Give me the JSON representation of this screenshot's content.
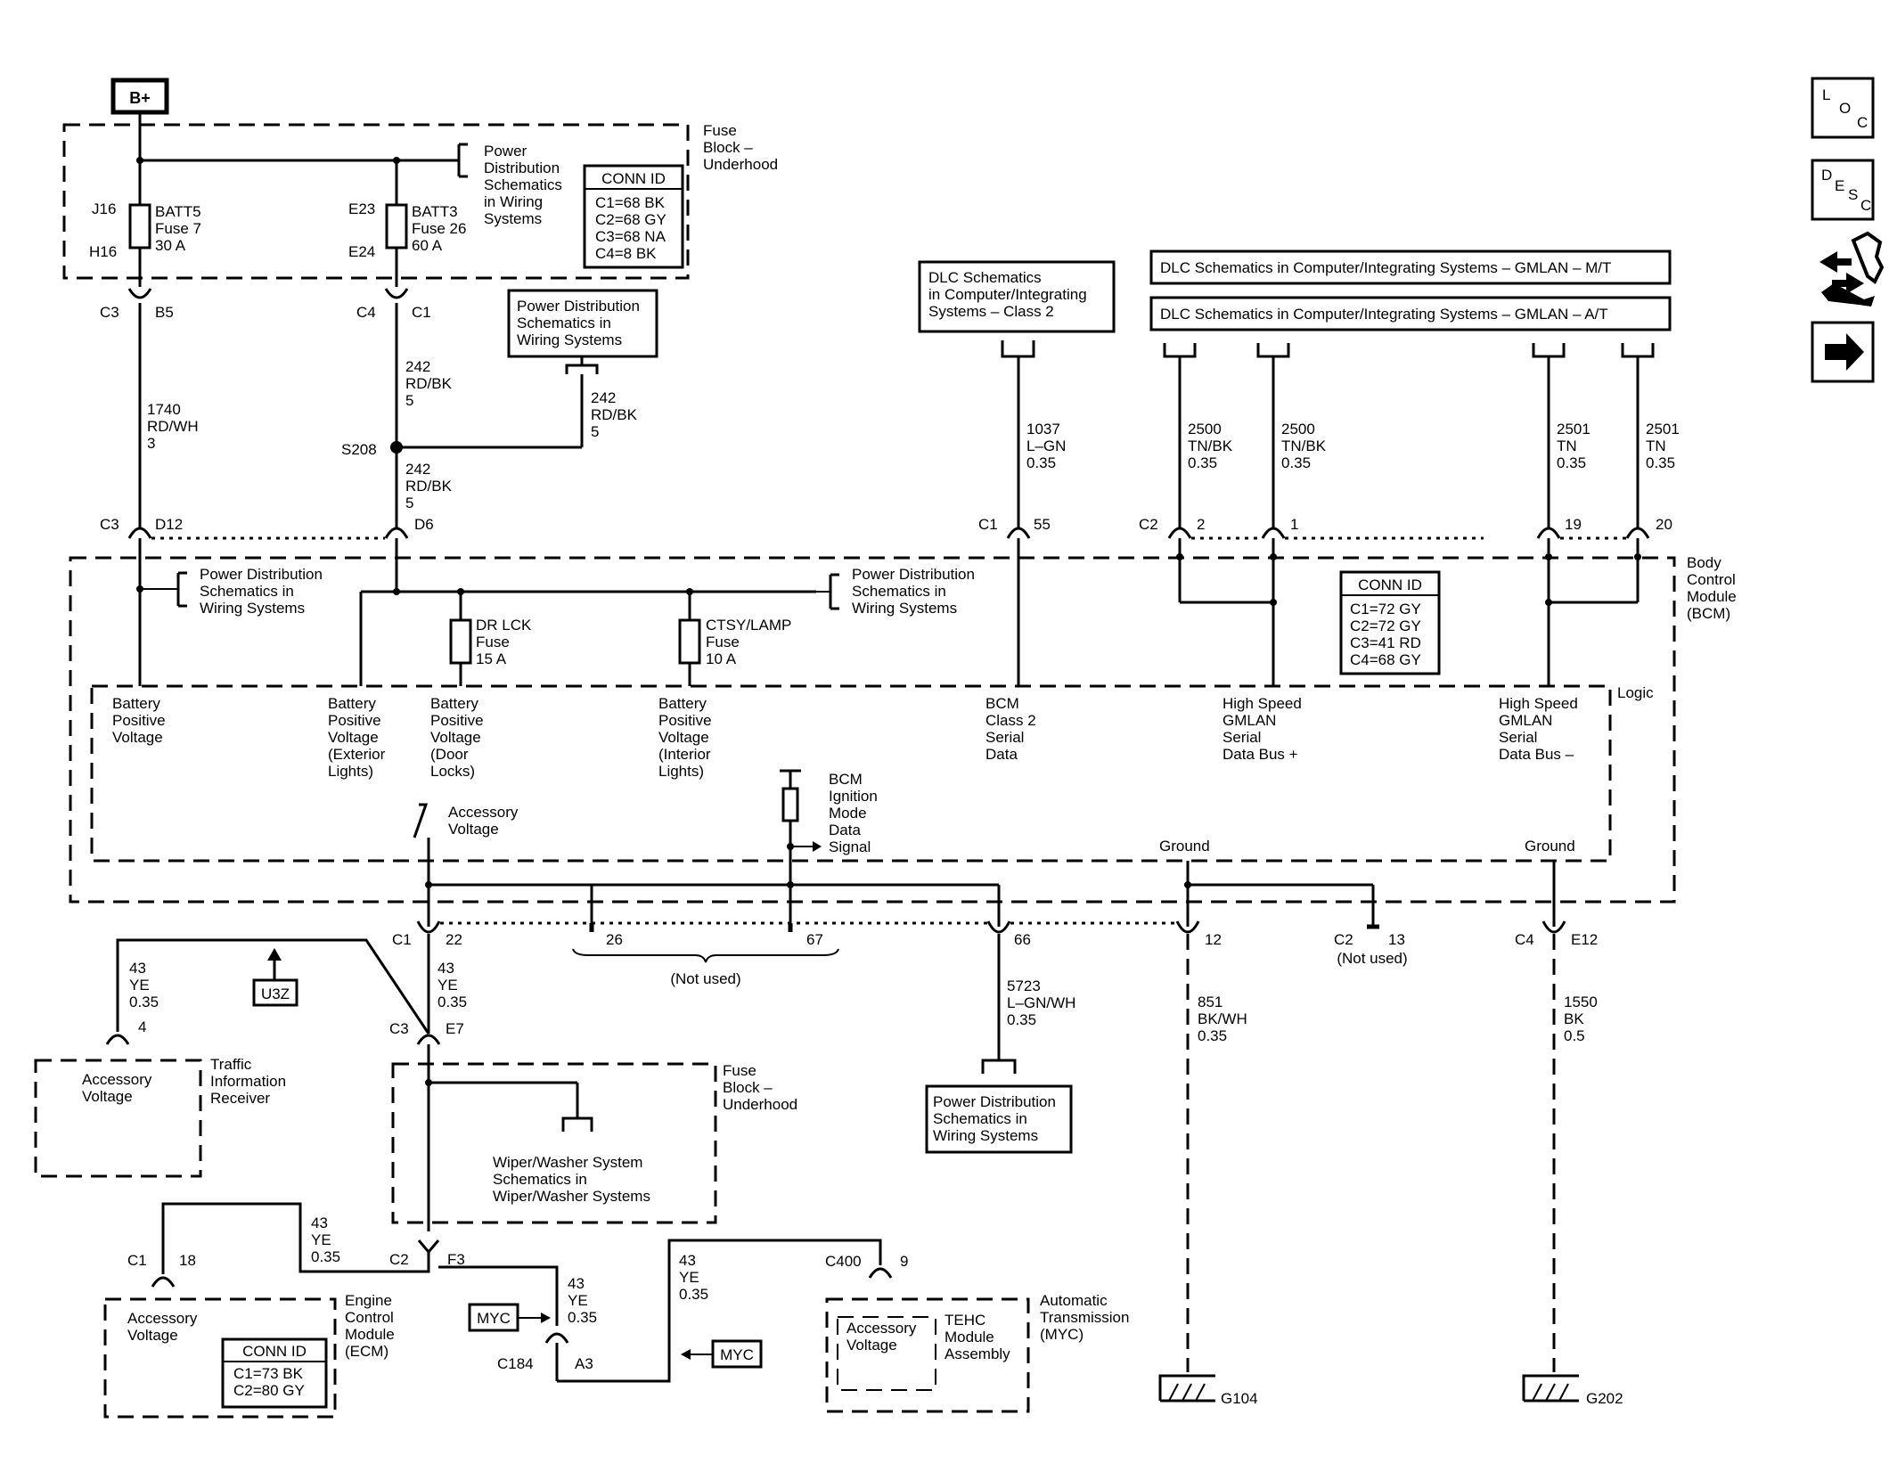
{
  "power": {
    "bplus": "B+"
  },
  "fuse_block_top": {
    "title": [
      "Fuse",
      "Block –",
      "Underhood"
    ],
    "pd_ref": [
      "Power",
      "Distribution",
      "Schematics",
      "in Wiring",
      "Systems"
    ],
    "conn_id_title": "CONN ID",
    "conn_ids": [
      "C1=68 BK",
      "C2=68 GY",
      "C3=68 NA",
      "C4=8 BK"
    ],
    "fuse1": {
      "top_pin": "J16",
      "bottom_pin": "H16",
      "name": "BATT5",
      "desc": "Fuse 7",
      "rating": "30 A"
    },
    "fuse2": {
      "top_pin": "E23",
      "bottom_pin": "E24",
      "name": "BATT3",
      "desc": "Fuse 26",
      "rating": "60 A"
    }
  },
  "connectors_top": {
    "c3": "C3",
    "b5": "B5",
    "c4": "C4",
    "c1": "C1"
  },
  "wire_1740": [
    "1740",
    "RD/WH",
    "3"
  ],
  "wire_242a": [
    "242",
    "RD/BK",
    "5"
  ],
  "wire_242b": [
    "242",
    "RD/BK",
    "5"
  ],
  "wire_242c": [
    "242",
    "RD/BK",
    "5"
  ],
  "pd_box_mid": [
    "Power Distribution",
    "Schematics in",
    "Wiring Systems"
  ],
  "splice": "S208",
  "dlc_class2": [
    "DLC Schematics",
    "in Computer/Integrating",
    "Systems – Class 2"
  ],
  "dlc_mt": "DLC Schematics in Computer/Integrating Systems – GMLAN – M/T",
  "dlc_at": "DLC Schematics in Computer/Integrating Systems – GMLAN – A/T",
  "wire_1037": [
    "1037",
    "L–GN",
    "0.35"
  ],
  "wire_2500a": [
    "2500",
    "TN/BK",
    "0.35"
  ],
  "wire_2500b": [
    "2500",
    "TN/BK",
    "0.35"
  ],
  "wire_2501a": [
    "2501",
    "TN",
    "0.35"
  ],
  "wire_2501b": [
    "2501",
    "TN",
    "0.35"
  ],
  "bcm_top_conn": {
    "c3": "C3",
    "d12": "D12",
    "d6": "D6",
    "c1": "C1",
    "p55": "55",
    "c2": "C2",
    "p2": "2",
    "p1": "1",
    "p19": "19",
    "p20": "20"
  },
  "bcm": {
    "title": [
      "Body",
      "Control",
      "Module",
      "(BCM)"
    ],
    "logic": "Logic",
    "pd_left": [
      "Power Distribution",
      "Schematics in",
      "Wiring Systems"
    ],
    "pd_right": [
      "Power Distribution",
      "Schematics in",
      "Wiring Systems"
    ],
    "fuse_drlck": [
      "DR LCK",
      "Fuse",
      "15 A"
    ],
    "fuse_ctsy": [
      "CTSY/LAMP",
      "Fuse",
      "10 A"
    ],
    "conn_id_title": "CONN ID",
    "conn_ids": [
      "C1=72 GY",
      "C2=72 GY",
      "C3=41 RD",
      "C4=68 GY"
    ],
    "lbl_bpv": [
      "Battery",
      "Positive",
      "Voltage"
    ],
    "lbl_bpv_ext": [
      "Battery",
      "Positive",
      "Voltage",
      "(Exterior",
      "Lights)"
    ],
    "lbl_bpv_door": [
      "Battery",
      "Positive",
      "Voltage",
      "(Door",
      "Locks)"
    ],
    "lbl_bpv_int": [
      "Battery",
      "Positive",
      "Voltage",
      "(Interior",
      "Lights)"
    ],
    "lbl_class2": [
      "BCM",
      "Class 2",
      "Serial",
      "Data"
    ],
    "lbl_hs_plus": [
      "High Speed",
      "GMLAN",
      "Serial",
      "Data Bus +"
    ],
    "lbl_hs_minus": [
      "High Speed",
      "GMLAN",
      "Serial",
      "Data Bus –"
    ],
    "lbl_acc": [
      "Accessory",
      "Voltage"
    ],
    "lbl_ign": [
      "BCM",
      "Ignition",
      "Mode",
      "Data",
      "Signal"
    ],
    "ground1": "Ground",
    "ground2": "Ground"
  },
  "bcm_bot_conn": {
    "c1": "C1",
    "p22": "22",
    "p26": "26",
    "p67": "67",
    "p66": "66",
    "p12": "12",
    "c2": "C2",
    "p13": "13",
    "c4": "C4",
    "e12": "E12"
  },
  "not_used_1": "(Not used)",
  "not_used_2": "(Not used)",
  "wire_43a": [
    "43",
    "YE",
    "0.35"
  ],
  "wire_43b": [
    "43",
    "YE",
    "0.35"
  ],
  "wire_43c": [
    "43",
    "YE",
    "0.35"
  ],
  "wire_43d": [
    "43",
    "YE",
    "0.35"
  ],
  "wire_43e": [
    "43",
    "YE",
    "0.35"
  ],
  "wire_5723": [
    "5723",
    "L–GN/WH",
    "0.35"
  ],
  "wire_851": [
    "851",
    "BK/WH",
    "0.35"
  ],
  "wire_1550": [
    "1550",
    "BK",
    "0.5"
  ],
  "u3z": "U3Z",
  "tir": {
    "pin": "4",
    "inner": [
      "Accessory",
      "Voltage"
    ],
    "title": [
      "Traffic",
      "Information",
      "Receiver"
    ]
  },
  "fuse_block_bot": {
    "c3": "C3",
    "e7": "E7",
    "title": [
      "Fuse",
      "Block –",
      "Underhood"
    ],
    "wiper": [
      "Wiper/Washer System",
      "Schematics in",
      "Wiper/Washer Systems"
    ],
    "c2": "C2",
    "f3": "F3"
  },
  "pd_box_bot": [
    "Power Distribution",
    "Schematics in",
    "Wiring Systems"
  ],
  "ecm": {
    "c1": "C1",
    "p18": "18",
    "inner": [
      "Accessory",
      "Voltage"
    ],
    "title": [
      "Engine",
      "Control",
      "Module",
      "(ECM)"
    ],
    "conn_id_title": "CONN ID",
    "conn_ids": [
      "C1=73 BK",
      "C2=80 GY"
    ]
  },
  "myc1": "MYC",
  "myc2": "MYC",
  "c184": {
    "name": "C184",
    "pin": "A3"
  },
  "tehc": {
    "c400": "C400",
    "p9": "9",
    "inner": [
      "Accessory",
      "Voltage"
    ],
    "module": [
      "TEHC",
      "Module",
      "Assembly"
    ],
    "title": [
      "Automatic",
      "Transmission",
      "(MYC)"
    ]
  },
  "g104": "G104",
  "g202": "G202",
  "nav": {
    "loc": [
      "L",
      "O",
      "C"
    ],
    "desc": [
      "D",
      "E",
      "S",
      "C"
    ]
  }
}
